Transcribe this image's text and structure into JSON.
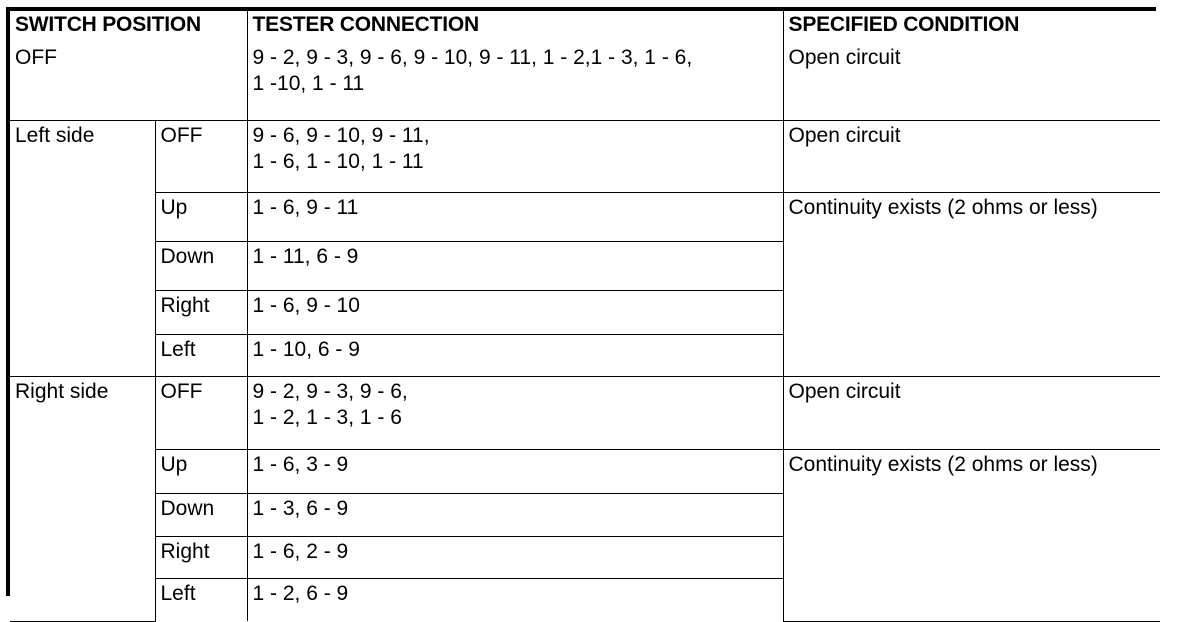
{
  "table": {
    "headers": {
      "switch_position": "SWITCH POSITION",
      "tester_connection": "TESTER CONNECTION",
      "specified_condition": "SPECIFIED CONDITION"
    },
    "conditions": {
      "open_circuit": "Open circuit",
      "continuity": "Continuity exists (2 ohms or less)"
    },
    "groups": [
      {
        "position": "OFF",
        "position_spans_subcolumn": true,
        "rows": [
          {
            "sub_position": "",
            "tester_connection": "9 - 2, 9 - 3, 9 - 6, 9 - 10, 9 - 11, 1 - 2,1 - 3, 1 - 6,\n1 -10, 1 - 11",
            "condition": "Open circuit"
          }
        ]
      },
      {
        "position": "Left side",
        "position_spans_subcolumn": false,
        "rows": [
          {
            "sub_position": "OFF",
            "tester_connection": "9 - 6, 9 - 10, 9 - 11,\n1 - 6, 1 - 10, 1 - 11",
            "condition": "Open circuit"
          },
          {
            "sub_position": "Up",
            "tester_connection": "1 - 6, 9 - 11",
            "condition": "Continuity exists (2 ohms or less)"
          },
          {
            "sub_position": "Down",
            "tester_connection": "1 - 11, 6 - 9",
            "condition": ""
          },
          {
            "sub_position": "Right",
            "tester_connection": "1 - 6, 9 - 10",
            "condition": ""
          },
          {
            "sub_position": "Left",
            "tester_connection": "1 - 10, 6 - 9",
            "condition": ""
          }
        ]
      },
      {
        "position": "Right side",
        "position_spans_subcolumn": false,
        "rows": [
          {
            "sub_position": "OFF",
            "tester_connection": "9 - 2, 9 - 3, 9 - 6,\n1 - 2, 1 - 3, 1 - 6",
            "condition": "Open circuit"
          },
          {
            "sub_position": "Up",
            "tester_connection": "1 - 6, 3 - 9",
            "condition": "Continuity exists (2 ohms or less)"
          },
          {
            "sub_position": "Down",
            "tester_connection": "1 - 3, 6 - 9",
            "condition": ""
          },
          {
            "sub_position": "Right",
            "tester_connection": "1 - 6, 2 - 9",
            "condition": ""
          },
          {
            "sub_position": "Left",
            "tester_connection": "1 - 2, 6 - 9",
            "condition": ""
          }
        ]
      }
    ]
  },
  "colors": {
    "border": "#000000",
    "text": "#000000",
    "background": "#ffffff"
  }
}
